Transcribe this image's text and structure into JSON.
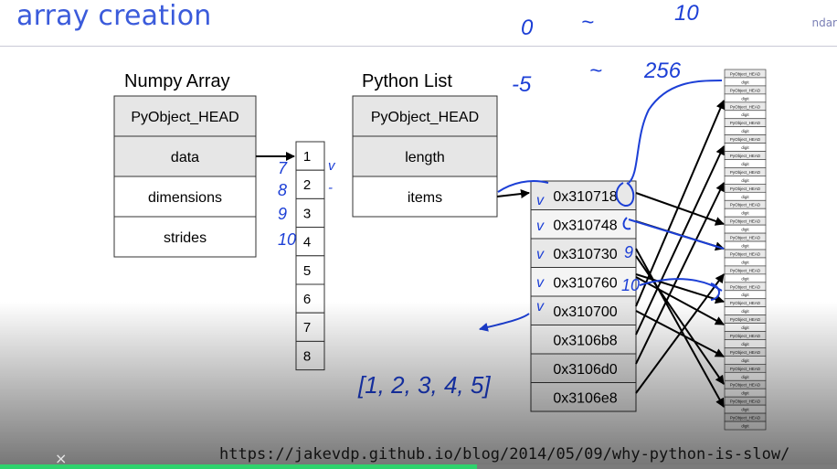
{
  "header": {
    "title": "array creation",
    "right_text": "ndar"
  },
  "numpy": {
    "title": "Numpy Array",
    "fields": [
      "PyObject_HEAD",
      "data",
      "dimensions",
      "strides"
    ]
  },
  "data_buffer": {
    "values": [
      "1",
      "2",
      "3",
      "4",
      "5",
      "6",
      "7",
      "8"
    ]
  },
  "pylist": {
    "title": "Python List",
    "fields": [
      "PyObject_HEAD",
      "length",
      "items"
    ]
  },
  "pointers": [
    "0x310718",
    "0x310748",
    "0x310730",
    "0x310760",
    "0x310700",
    "0x3106b8",
    "0x3106d0",
    "0x3106e8"
  ],
  "object_column": {
    "cell_labels": [
      "PyObject_HEAD",
      "digit"
    ]
  },
  "handwriting": {
    "top_row1": [
      "0",
      "~",
      "10"
    ],
    "top_row2": [
      "-5",
      "~",
      "256"
    ],
    "side_nums": [
      "7",
      "8",
      "9",
      "10"
    ],
    "pointer_notes": [
      "9",
      "10"
    ],
    "bracket": "[1, 2, 3, 4, 5]"
  },
  "source_url": "https://jakevdp.github.io/blog/2014/05/09/why-python-is-slow/",
  "progress_percent": 57,
  "close_icon": "close-icon"
}
